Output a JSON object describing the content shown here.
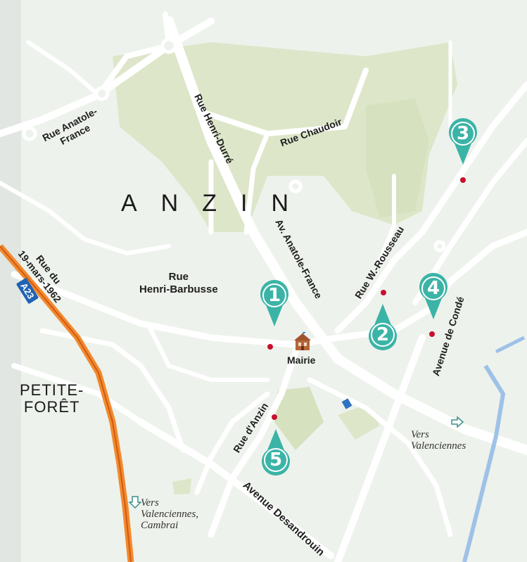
{
  "town_name": "ANZIN",
  "place_name": "PETITE-\nFORÊT",
  "streets": {
    "rue_anatole_france": "Rue Anatole-\nFrance",
    "rue_henri_durre": "Rue Henri-Durré",
    "rue_chaudoir": "Rue Chaudoir",
    "rue_du_19_mars": "Rue du\n19-mars-1962",
    "rue_henri_barbusse": "Rue\nHenri-Barbusse",
    "av_anatole_france": "Av. Anatole-France",
    "rue_w_rousseau": "Rue W.-Rousseau",
    "avenue_de_conde": "Avenue de Condé",
    "rue_d_anzin": "Rue d'Anzin",
    "avenue_desandrouin": "Avenue Desandrouin"
  },
  "highway": "A23",
  "landmark": {
    "icon": "town-hall-icon",
    "label": "Mairie"
  },
  "directions": {
    "valenciennes": "Vers\nValenciennes",
    "valenciennes_cambrai": "Vers\nValenciennes,\nCambrai"
  },
  "markers": [
    "1",
    "2",
    "3",
    "4",
    "5"
  ],
  "colors": {
    "marker": "#3bb4a7",
    "marker_dot": "#c8102e",
    "park": "#dfe8cc",
    "road": "#ffffff",
    "highway": "#f28a2e",
    "water": "#8fb8e8"
  }
}
